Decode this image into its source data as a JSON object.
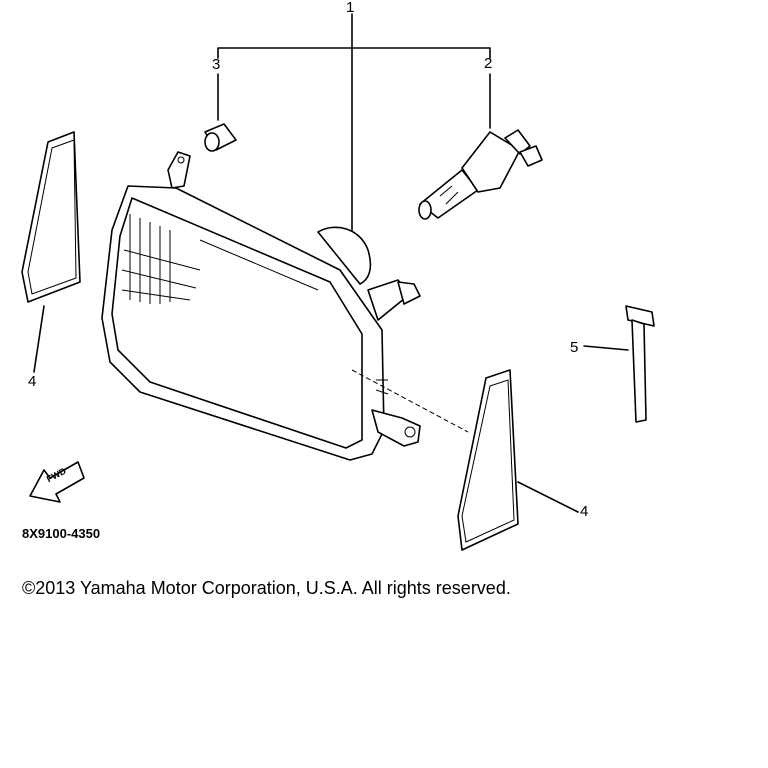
{
  "diagram": {
    "callouts": [
      "1",
      "2",
      "3",
      "4",
      "4",
      "5"
    ],
    "fwd_label": "FWD",
    "part_code": "8X9100-4350",
    "copyright": "©2013 Yamaha Motor Corporation, U.S.A. All rights reserved."
  }
}
